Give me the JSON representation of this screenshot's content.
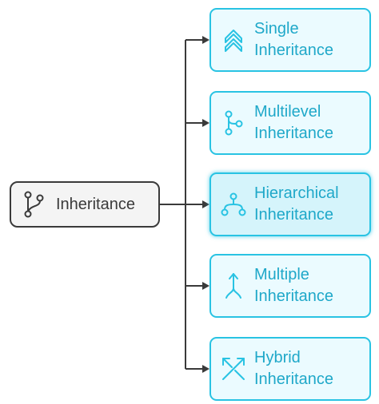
{
  "colors": {
    "accent": "#29c3e3",
    "accent_text": "#1fa8c9",
    "child_fill": "#ebfbff",
    "highlight_fill": "#d5f4fb",
    "root_border": "#3a3a3a",
    "root_fill": "#f4f4f4",
    "connector": "#3a3a3a"
  },
  "root": {
    "label": "Inheritance",
    "icon": "branch-icon"
  },
  "children": [
    {
      "line1": "Single",
      "line2": "Inheritance",
      "icon": "double-chevron-up-icon",
      "highlighted": false
    },
    {
      "line1": "Multilevel",
      "line2": "Inheritance",
      "icon": "branch-nodes-icon",
      "highlighted": false
    },
    {
      "line1": "Hierarchical",
      "line2": "Inheritance",
      "icon": "hierarchy-tree-icon",
      "highlighted": true
    },
    {
      "line1": "Multiple",
      "line2": "Inheritance",
      "icon": "merge-arrow-up-icon",
      "highlighted": false
    },
    {
      "line1": "Hybrid",
      "line2": "Inheritance",
      "icon": "diagonal-arrows-icon",
      "highlighted": false
    }
  ]
}
